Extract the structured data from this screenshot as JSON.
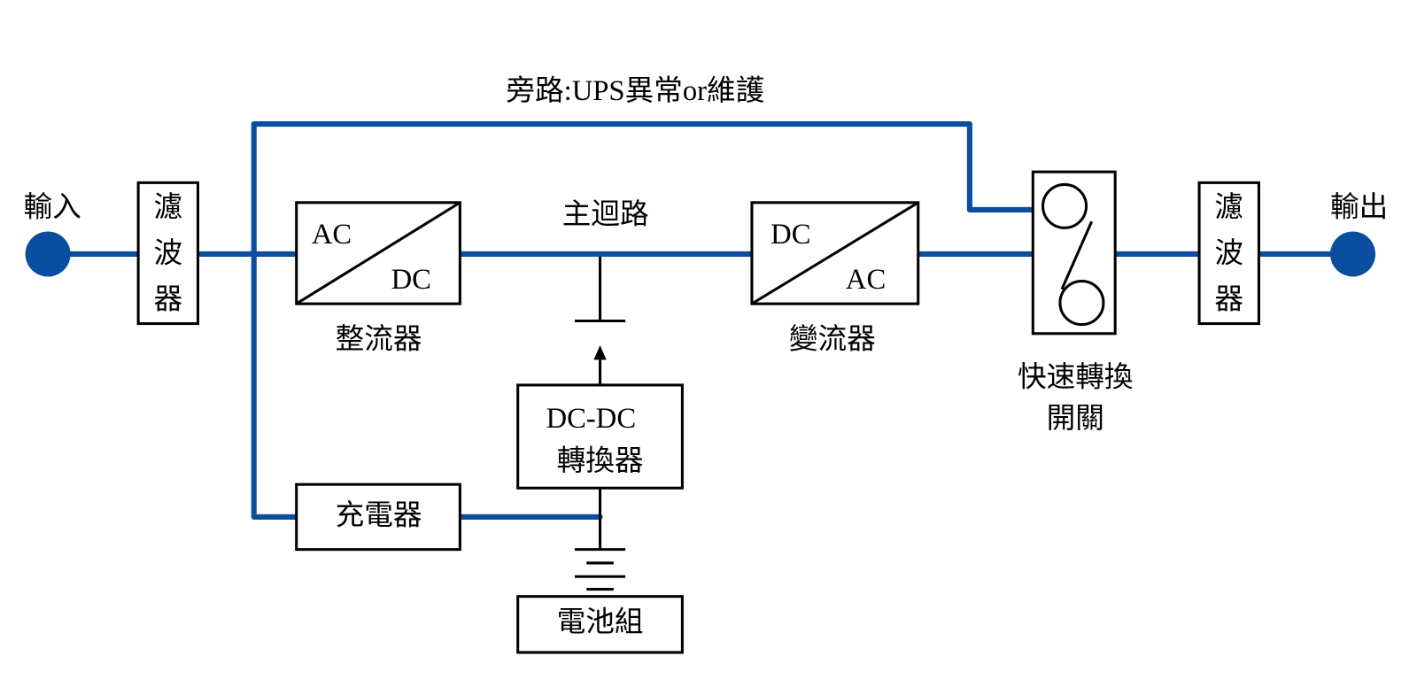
{
  "labels": {
    "input": "輸入",
    "output": "輸出",
    "bypass": "旁路:UPS異常or維護",
    "main_loop": "主迴路",
    "filter_in": [
      "濾",
      "波",
      "器"
    ],
    "filter_out": [
      "濾",
      "波",
      "器"
    ],
    "rectifier": {
      "top": "AC",
      "bottom": "DC",
      "name": "整流器"
    },
    "inverter": {
      "top": "DC",
      "bottom": "AC",
      "name": "變流器"
    },
    "dcdc": {
      "line1": "DC-DC",
      "line2": "轉換器"
    },
    "charger": "充電器",
    "battery": "電池組",
    "switch": {
      "line1": "快速轉換",
      "line2": "開關"
    }
  },
  "colors": {
    "wire": "#0a4ea0",
    "line": "#000000"
  }
}
